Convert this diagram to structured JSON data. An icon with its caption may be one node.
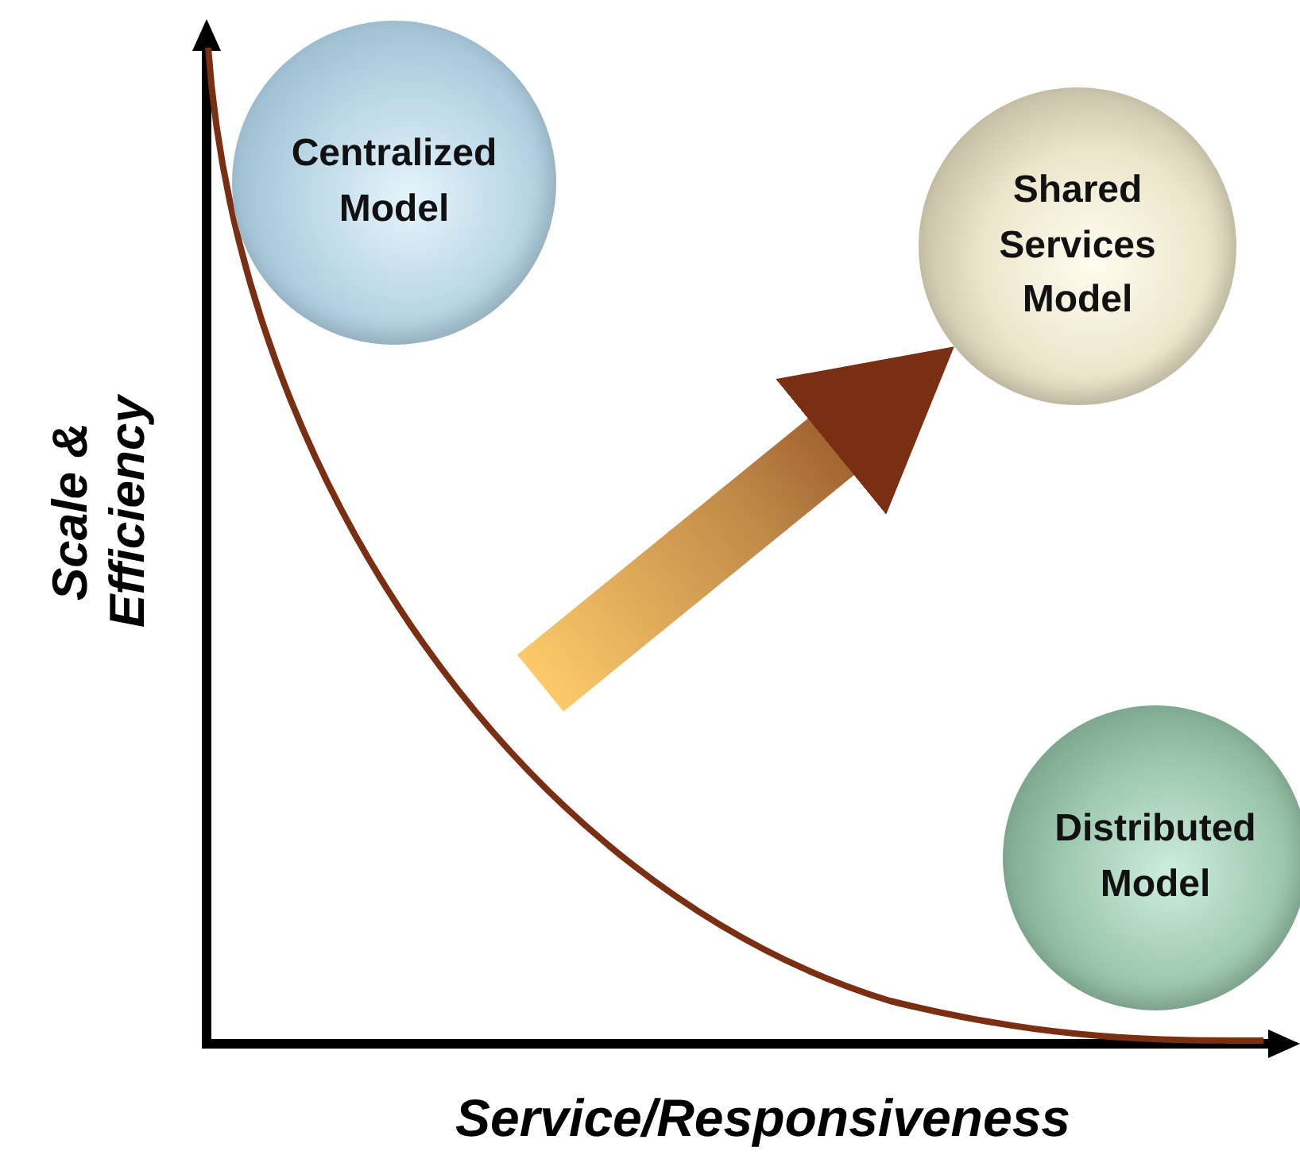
{
  "diagram": {
    "nodes": [
      {
        "text": [
          "Centralized Model"
        ]
      },
      {
        "text": [
          "Shared Services Model"
        ]
      },
      {
        "text": [
          "Distributed Model"
        ]
      }
    ],
    "edges": [
      {
        "from": null,
        "to": 1,
        "arrow": "to",
        "style": "thick"
      }
    ],
    "labels": [
      "Scale & Efficiency",
      "Service/Responsiveness"
    ]
  }
}
